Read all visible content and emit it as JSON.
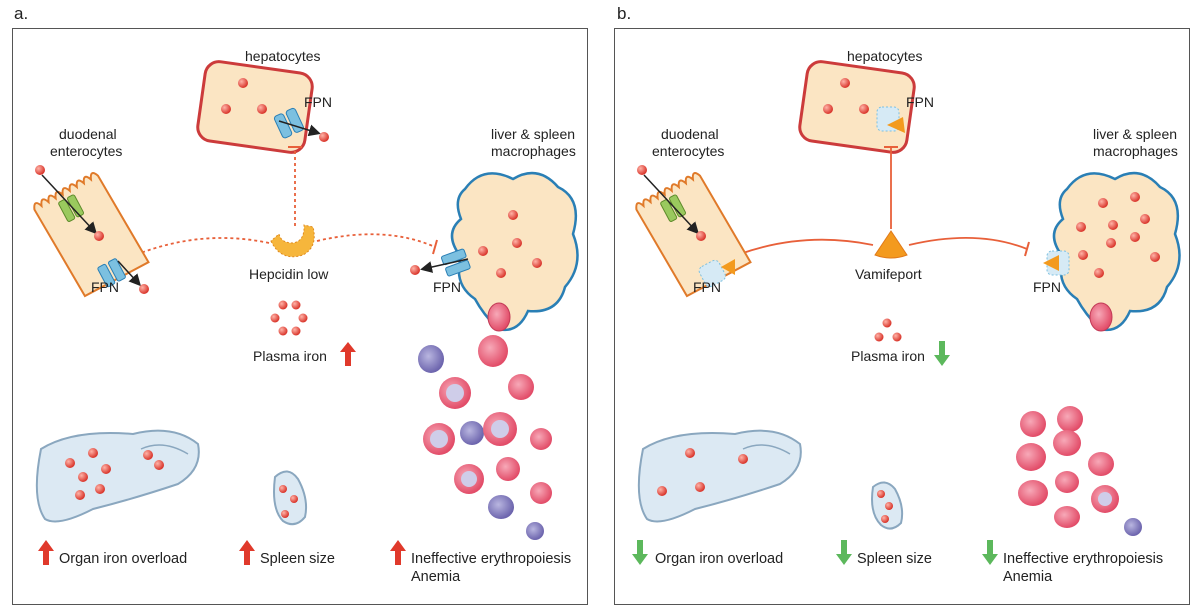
{
  "panels": [
    {
      "letter": "a.",
      "hepatocytes": "hepatocytes",
      "fpn_top": "FPN",
      "duodenal_1": "duodenal",
      "duodenal_2": "enterocytes",
      "fpn_left": "FPN",
      "macro_1": "liver & spleen",
      "macro_2": "macrophages",
      "fpn_right": "FPN",
      "center": "Hepcidin low",
      "plasma": "Plasma iron",
      "organ": "Organ iron overload",
      "spleen": "Spleen size",
      "erythro_1": "Ineffective erythropoiesis",
      "erythro_2": "Anemia"
    },
    {
      "letter": "b.",
      "hepatocytes": "hepatocytes",
      "fpn_top": "FPN",
      "duodenal_1": "duodenal",
      "duodenal_2": "enterocytes",
      "fpn_left": "FPN",
      "macro_1": "liver & spleen",
      "macro_2": "macrophages",
      "fpn_right": "FPN",
      "center": "Vamifeport",
      "plasma": "Plasma iron",
      "organ": "Organ iron overload",
      "spleen": "Spleen size",
      "erythro_1": "Ineffective erythropoiesis",
      "erythro_2": "Anemia"
    }
  ],
  "colors": {
    "up_arrow": "#e0392b",
    "down_arrow": "#5cb85c",
    "iron": "#e8453c",
    "cell_fill": "#fbe5c3",
    "hep_border": "#cc3b3b",
    "macro_border": "#2a7fb5",
    "organ_fill": "#dce9f3",
    "rbc": "#e8566f",
    "inhibition_line": "#e8603a",
    "fpn_channel": "#7cc0e0",
    "drug": "#f39a1e"
  },
  "icons": {
    "increase": "up-arrow-icon",
    "decrease": "down-arrow-icon"
  }
}
